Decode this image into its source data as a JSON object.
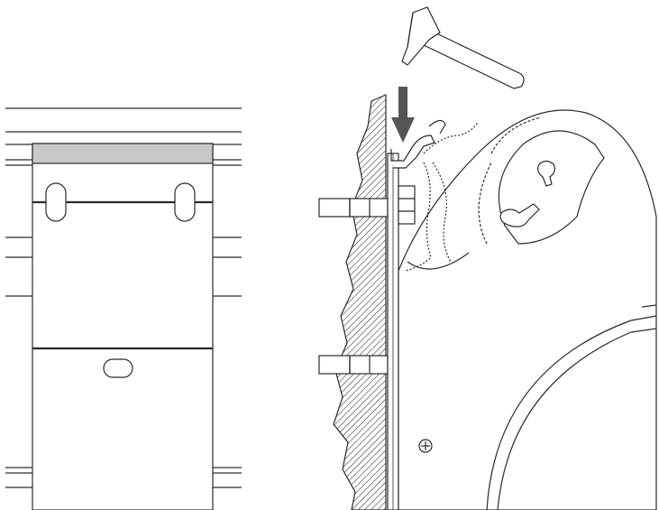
{
  "figure": {
    "panels": [
      {
        "id": "left",
        "content": "front-view-mounting-plate"
      },
      {
        "id": "right",
        "content": "side-view-awning-bracket-installation"
      }
    ],
    "colors": {
      "line": "#2a2a2a",
      "shade": "#c8c8c8",
      "arrow": "#555555",
      "hatch": "#3a3a3a",
      "background": "#ffffff"
    },
    "icons": [
      "hammer-icon",
      "down-arrow-icon",
      "screw-head-icon"
    ]
  }
}
